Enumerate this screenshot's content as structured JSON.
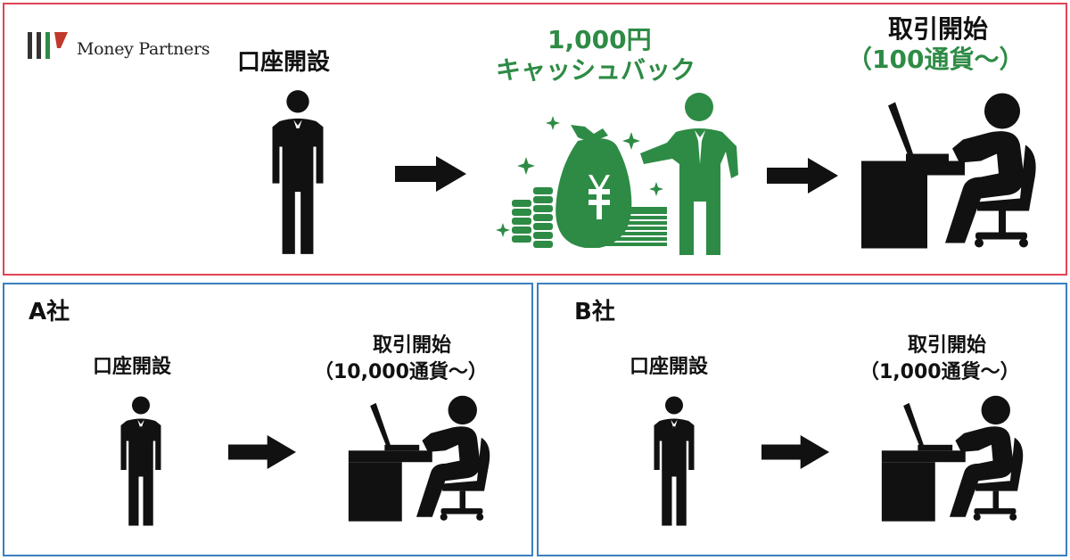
{
  "logo": {
    "text": "Money Partners",
    "colors": {
      "bar1": "#333333",
      "bar2": "#2e8b45",
      "bar3": "#c0392b"
    }
  },
  "top": {
    "open_label": "口座開設",
    "cashback_amount": "1,000円",
    "cashback_label": "キャッシュバック",
    "start_label": "取引開始",
    "start_sub": "（100通貨～）"
  },
  "company_a": {
    "name": "A社",
    "open_label": "口座開設",
    "start_label": "取引開始",
    "start_sub": "（10,000通貨～）"
  },
  "company_b": {
    "name": "B社",
    "open_label": "口座開設",
    "start_label": "取引開始",
    "start_sub": "（1,000通貨～）"
  },
  "icons": [
    "businessman-icon",
    "arrow-right-icon",
    "money-bag-yen-icon",
    "coin-stack-icon",
    "banknote-stack-icon",
    "sparkle-icon",
    "person-at-computer-icon"
  ],
  "colors": {
    "top_border": "#e04555",
    "company_border": "#3a7fc0",
    "accent_green": "#2e8b45",
    "black": "#111111"
  }
}
